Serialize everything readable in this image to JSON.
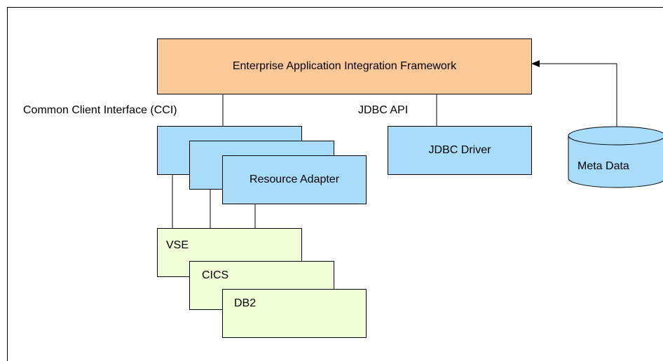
{
  "framework": {
    "label": "Enterprise Application Integration Framework"
  },
  "interfaces": {
    "cci_label": "Common Client Interface (CCI)",
    "jdbc_api_label": "JDBC API"
  },
  "resource_adapter": {
    "label": "Resource Adapter"
  },
  "jdbc_driver": {
    "label": "JDBC Driver"
  },
  "meta_data": {
    "label": "Meta Data"
  },
  "eis_systems": {
    "vse_label": "VSE",
    "cics_label": "CICS",
    "db2_label": "DB2"
  },
  "colors": {
    "framework_fill": "#fbc898",
    "adapter_fill": "#a8dcfb",
    "system_fill": "#f0ffd6",
    "metadata_fill": "#a8dcfb"
  }
}
